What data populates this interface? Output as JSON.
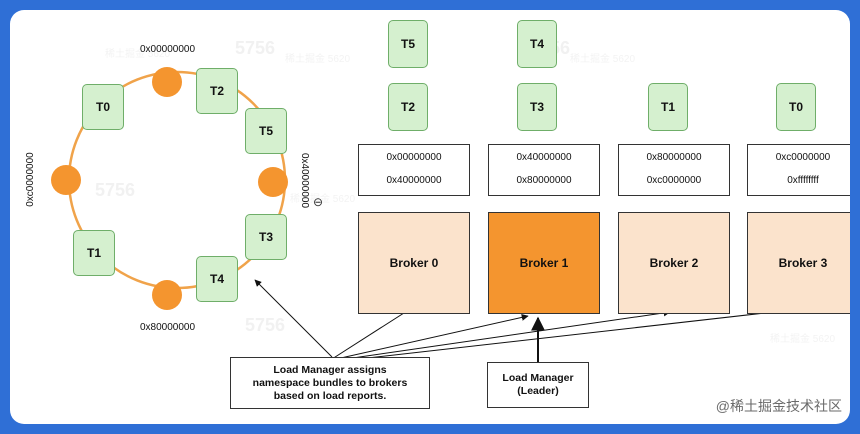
{
  "ring": {
    "top_label": "0x00000000",
    "right_label": "0x40000000",
    "bottom_label": "0x80000000",
    "left_label": "0xc0000000",
    "topics": {
      "t0": "T0",
      "t2": "T2",
      "t5": "T5",
      "t3": "T3",
      "t4": "T4",
      "t1": "T1"
    }
  },
  "extra_topics": {
    "b0_upper": "T5",
    "b1_upper": "T4"
  },
  "brokers": [
    {
      "name": "Broker 0",
      "topic": "T2",
      "range_start": "0x00000000",
      "range_end": "0x40000000"
    },
    {
      "name": "Broker 1",
      "topic": "T3",
      "range_start": "0x40000000",
      "range_end": "0x80000000"
    },
    {
      "name": "Broker 2",
      "topic": "T1",
      "range_start": "0x80000000",
      "range_end": "0xc0000000"
    },
    {
      "name": "Broker 3",
      "topic": "T0",
      "range_start": "0xc0000000",
      "range_end": "0xffffffff"
    }
  ],
  "notes": {
    "assign": [
      "Load Manager assigns",
      "namespace bundles to brokers",
      "based on load reports."
    ],
    "leader": [
      "Load Manager",
      "(Leader)"
    ]
  },
  "watermark": {
    "number": "5756",
    "small": "稀土掘金 5620"
  },
  "brand": "@稀土掘金技术社区",
  "colors": {
    "background": "#2f6fd6",
    "topic_fill": "#d5f0cf",
    "broker_fill": "#fbe3cc",
    "leader_fill": "#f4952f",
    "ring": "#f0a34a"
  }
}
